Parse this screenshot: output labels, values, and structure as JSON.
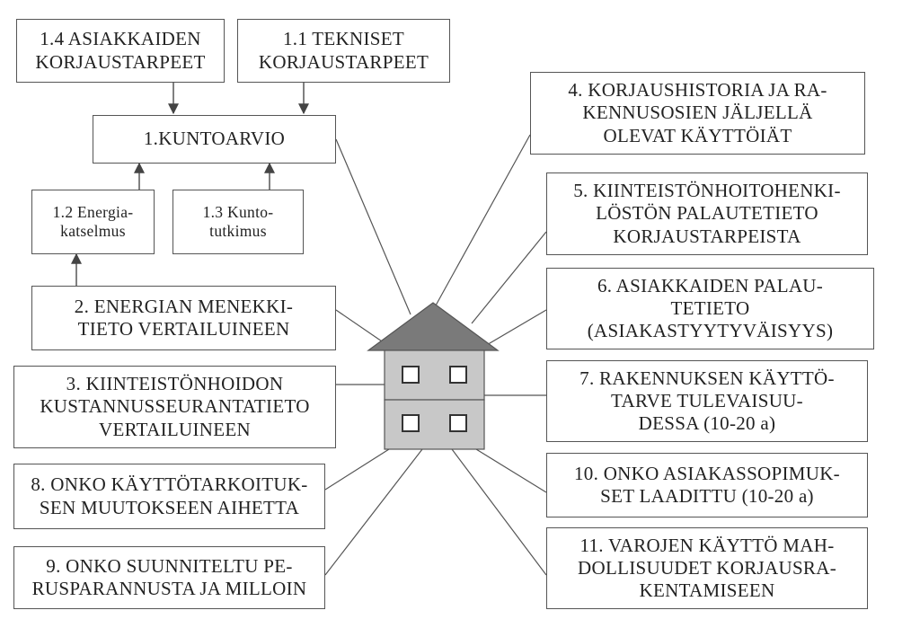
{
  "boxes": {
    "b14": [
      "1.4 ASIAKKAIDEN",
      "KORJAUSTARPEET"
    ],
    "b11": [
      "1.1 TEKNISET",
      "KORJAUSTARPEET"
    ],
    "b1": [
      "1.KUNTOARVIO"
    ],
    "b12": [
      "1.2 Energia-",
      "katselmus"
    ],
    "b13": [
      "1.3 Kunto-",
      "tutkimus"
    ],
    "b2": [
      "2. ENERGIAN MENEKKI-",
      "TIETO VERTAILUINEEN"
    ],
    "b3": [
      "3. KIINTEISTÖNHOIDON",
      "KUSTANNUSSEURANTATIETO",
      "VERTAILUINEEN"
    ],
    "b8": [
      "8. ONKO KÄYTTÖTARKOITUK-",
      "SEN MUUTOKSEEN AIHETTA"
    ],
    "b9": [
      "9. ONKO SUUNNITELTU PE-",
      "RUSPARANNUSTA JA MILLOIN"
    ],
    "b4": [
      "4. KORJAUSHISTORIA JA RA-",
      "KENNUSOSIEN JÄLJELLÄ",
      "OLEVAT KÄYTTÖIÄT"
    ],
    "b5": [
      "5. KIINTEISTÖNHOITOHENKI-",
      "LÖSTÖN PALAUTETIETO",
      "KORJAUSTARPEISTA"
    ],
    "b6": [
      "6. ASIAKKAIDEN PALAU-",
      "TETIETO",
      "(ASIAKASTYYTYVÄISYYS)"
    ],
    "b7": [
      "7. RAKENNUKSEN KÄYTTÖ-",
      "TARVE TULEVAISUU-",
      "DESSA (10-20 a)"
    ],
    "b10": [
      "10. ONKO ASIAKASSOPIMUK-",
      "SET LAADITTU (10-20 a)"
    ],
    "b11r": [
      "11. VAROJEN KÄYTTÖ MAH-",
      "DOLLISUUDET KORJAUSRA-",
      "KENTAMISEEN"
    ]
  },
  "colors": {
    "line": "#555555",
    "box_border": "#555555",
    "roof": "#7a7a7a",
    "wall": "#c8c8c8",
    "window": "#ffffff"
  }
}
